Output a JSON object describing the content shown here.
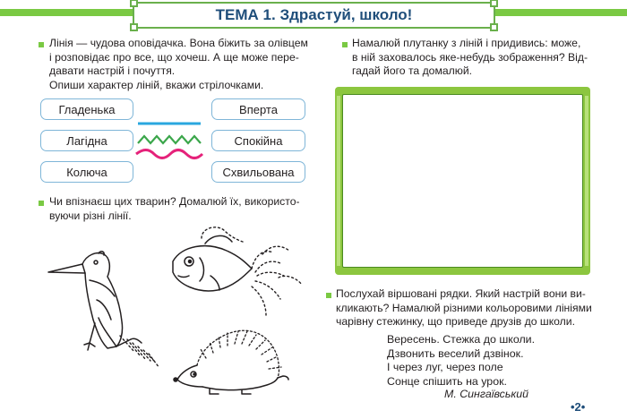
{
  "title": "ТЕМА 1. Здрастуй, школо!",
  "left": {
    "task1": [
      "Лінія — чудова оповідачка. Вона біжить за олівцем",
      "і розповідає про все, що хочеш. А ще може пере-",
      "давати настрій і почуття.",
      "Опиши характер ліній, вкажи стрілочками."
    ],
    "words_left": [
      "Гладенька",
      "Лагідна",
      "Колюча"
    ],
    "words_right": [
      "Вперта",
      "Спокійна",
      "Схвильована"
    ],
    "task2": [
      "Чи впізнаєш цих тварин? Домалюй їх, використо-",
      "вуючи різні лінії."
    ]
  },
  "right": {
    "task3": [
      "Намалюй плутанку з ліній і придивись: може,",
      "в ній заховалось яке-небудь зображення? Від-",
      "гадай його та домалюй."
    ],
    "task4": [
      "Послухай віршовані рядки. Який настрій вони ви-",
      "кликають? Намалюй різними кольоровими лініями",
      "чарівну стежинку, що приведе друзів до школи."
    ],
    "poem": [
      "Вересень. Стежка до школи.",
      "Дзвонить веселий дзвінок.",
      "І через луг, через поле",
      "Сонце спішить на урок."
    ],
    "author": "М. Сингаївський"
  },
  "page_number": "•2•",
  "colors": {
    "accent_green": "#7ac943",
    "title_blue": "#1f4e7a",
    "pill_border": "#7fb6d8",
    "blue_line": "#2aa7df",
    "green_line": "#3aa64a",
    "pink_line": "#e5227a"
  },
  "icons": [
    "woodpecker-drawing",
    "fish-drawing",
    "hedgehog-drawing"
  ]
}
